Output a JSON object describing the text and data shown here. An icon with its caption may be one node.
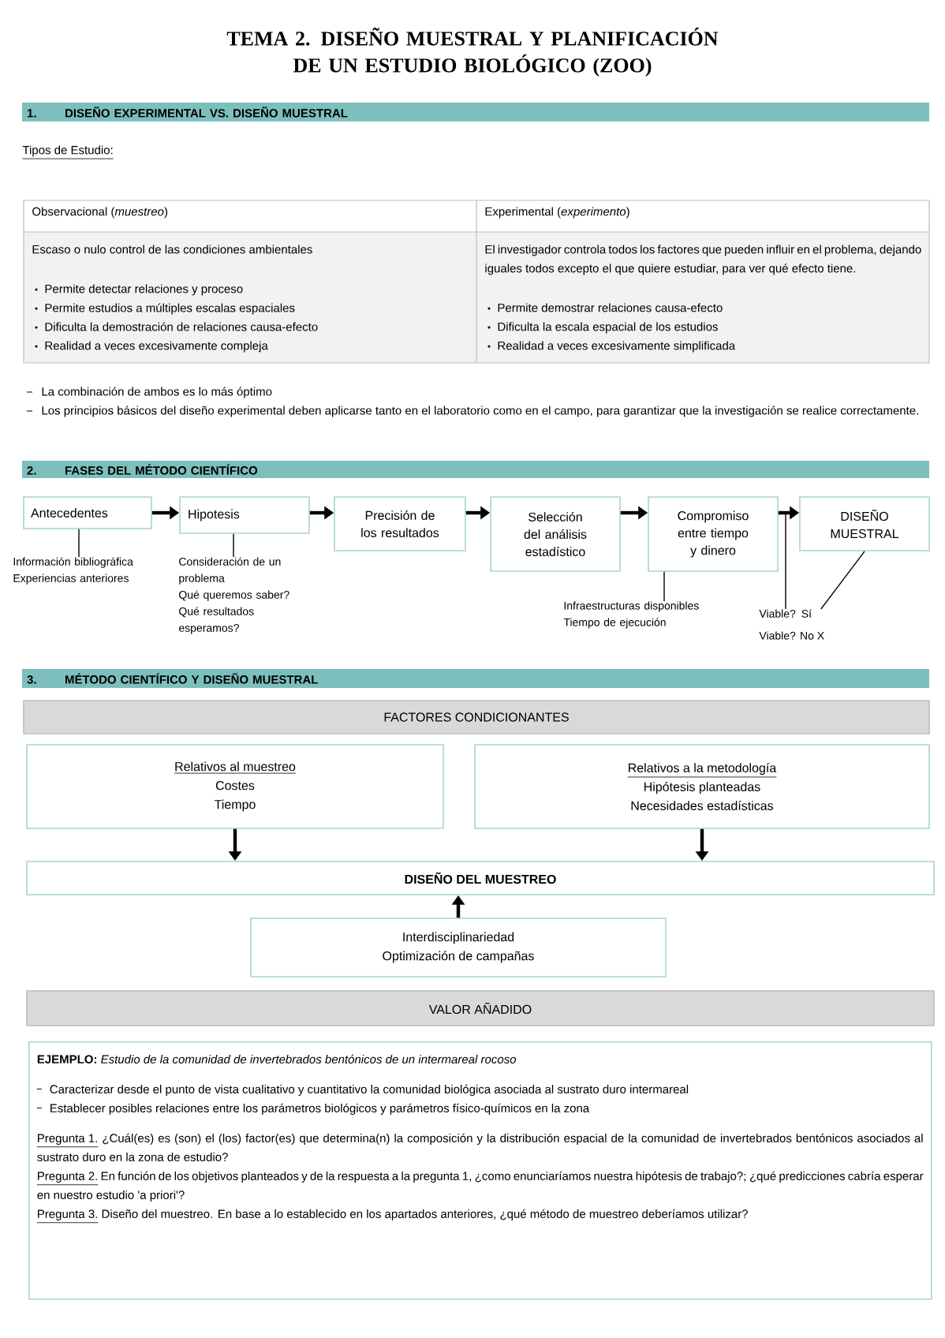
{
  "diagram": {
    "title": "TEMA 2. DISEÑO MUESTRAL Y PLANIFICACIÓN DE UN ESTUDIO BIOLÓGICO (ZOO)",
    "nodes": [
      {
        "text": [
          "1.",
          "DISEÑO EXPERIMENTAL VS. DISEÑO MUESTRAL"
        ]
      },
      {
        "text": [
          "2.",
          "FASES DEL MÉTODO CIENTÍFICO"
        ]
      },
      {
        "text": [
          "Antecedentes"
        ]
      },
      {
        "text": [
          "Hipotesis"
        ]
      },
      {
        "text": [
          "Precisión de los resultados"
        ]
      },
      {
        "text": [
          "Selección del análisis estadístico"
        ]
      },
      {
        "text": [
          "Compromiso entre tiempo y dinero"
        ]
      },
      {
        "text": [
          "DISEÑO MUESTRAL"
        ]
      },
      {
        "text": [
          "Información bibliográfica",
          "Experiencias anteriores"
        ]
      },
      {
        "text": [
          "Consideración de un problema",
          "Qué queremos saber?",
          "Qué resultados esperamos?"
        ]
      },
      {
        "text": [
          "Infraestructuras disponibles",
          "Tiempo de ejecución"
        ]
      },
      {
        "text": [
          "Viable? Sí"
        ]
      },
      {
        "text": [
          "3.",
          "MÉTODO CIENTÍFICO Y DISEÑO MUESTRAL"
        ]
      },
      {
        "text": [
          "FACTORES CONDICIONANTES"
        ]
      },
      {
        "text": [
          "Relativos al muestreo",
          "Costes",
          "Tiempo"
        ]
      },
      {
        "text": [
          "Relativos a la metodología",
          "Hipótesis planteadas",
          "Necesidades estadísticas"
        ]
      },
      {
        "text": [
          "DISEÑO DEL MUESTREO"
        ]
      },
      {
        "text": [
          "Interdisciplinariedad",
          "Optimización de campañas"
        ]
      },
      {
        "text": [
          "VALOR AÑADIDO"
        ]
      },
      {
        "text": [
          "**EJEMPLO:** *Estudio de la comunidad de invertebrados bentónicos de un intermareal rocoso*",
          "Caracterizar desde el punto de vista cualitativo y cuantitativo la comunidad biológica asociada al sustrato duro intermareal",
          "Establecer posibles relaciones entre los parámetros biológicos y parámetros físico-químicos en la zona",
          "Pregunta 1.",
          "¿Cuál(es) es (son) el (los) factor(es) que determina(n) la composición y la distribución espacial de la comunidad de invertebrados bentónicos asociados al sustrato duro en la zona de estudio?",
          "Pregunta 2.",
          "En función de los objetivos planteados y de la respuesta a la pregunta 1, ¿como enunciaríamos nuestra hipótesis de trabajo?; ¿qué predicciones cabría esperar en nuestro estudio 'a priori'?",
          "Pregunta 3.",
          "Diseño del muestreo. En base a lo establecido en los apartados anteriores, ¿qué método de muestreo deberíamos utilizar?"
        ]
      }
    ],
    "edges": [
      {
        "from": 2,
        "to": 3,
        "arrow": "to"
      },
      {
        "from": 3,
        "to": 4,
        "arrow": "to"
      },
      {
        "from": 4,
        "to": 5,
        "arrow": "to"
      },
      {
        "from": 5,
        "to": 6,
        "arrow": "to"
      },
      {
        "from": 6,
        "to": 7,
        "arrow": "to"
      },
      {
        "from": 2,
        "to": 8,
        "arrow": "none"
      },
      {
        "from": 3,
        "to": 9,
        "arrow": "none"
      },
      {
        "from": 6,
        "to": 10,
        "arrow": "none"
      },
      {
        "from": 11,
        "to": 7,
        "arrow": "none"
      },
      {
        "from": 11,
        "to": 6,
        "arrow": "none"
      },
      {
        "from": 14,
        "to": 16,
        "arrow": "to"
      },
      {
        "from": 15,
        "to": 16,
        "arrow": "to"
      },
      {
        "from": 17,
        "to": 16,
        "arrow": "to"
      }
    ],
    "labels": [
      "Tipos de Estudio:",
      "Observacional (*muestreo*)",
      "Experimental (*experimento*)",
      "Escaso o nulo control de las condiciones ambientales",
      "Permite detectar relaciones y proceso",
      "Permite estudios a múltiples escalas espaciales",
      "Dificulta la demostración de relaciones causa-efecto",
      "Realidad a veces excesivamente compleja",
      "El investigador controla todos los factores que pueden influir en el problema, dejando iguales todos excepto el que quiere estudiar, para ver qué efecto tiene.",
      "Permite demostrar relaciones causa-efecto",
      "Dificulta la escala espacial de los estudios",
      "Realidad a veces excesivamente simplificada",
      "La combinación de ambos es lo más óptimo",
      "Los principios básicos del diseño experimental deben aplicarse tanto en el laboratorio como en el campo, para garantizar que la investigación se realice correctamente.",
      "Viable? No X"
    ]
  }
}
